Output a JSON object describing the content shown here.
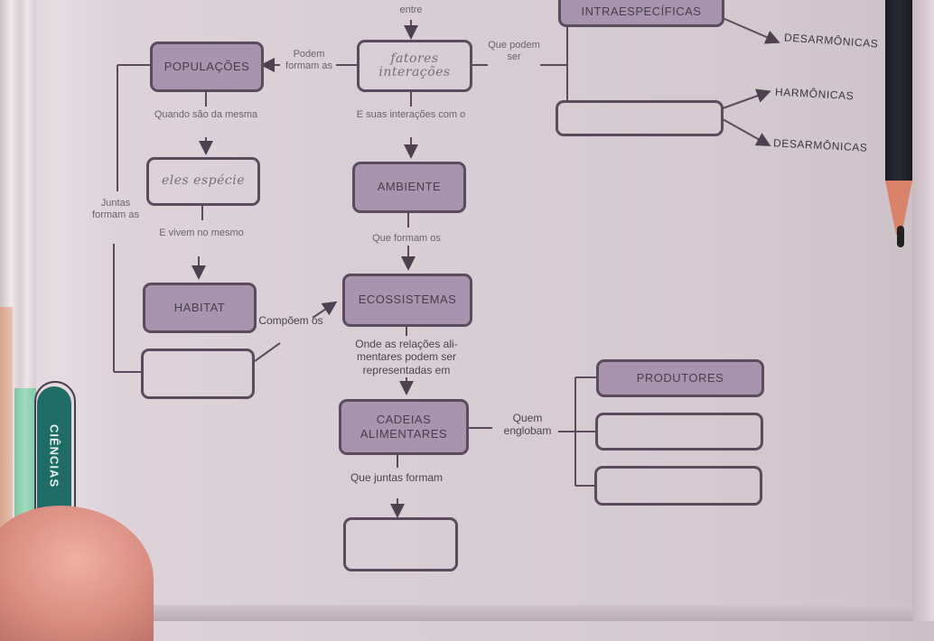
{
  "sidebar_tab": {
    "label": "CIÊNCIAS",
    "color": "#1f6b66"
  },
  "concept_map": {
    "boxes": {
      "seres_vivos": {
        "label": "",
        "handwritten": "fatores interações",
        "filled": false
      },
      "populacoes": {
        "label": "POPULAÇÕES",
        "filled": true
      },
      "especie": {
        "label": "",
        "handwritten": "eles espécie",
        "filled": false
      },
      "habitat": {
        "label": "HABITAT",
        "filled": true
      },
      "comunidades": {
        "label": "",
        "filled": false
      },
      "ambiente": {
        "label": "AMBIENTE",
        "filled": true
      },
      "ecossistemas": {
        "label": "ECOSSISTEMAS",
        "filled": true
      },
      "cadeias": {
        "label": "CADEIAS ALIMENTARES",
        "filled": true
      },
      "teias": {
        "label": "",
        "filled": false
      },
      "intraespecificas": {
        "label": "INTRAESPECÍFICAS",
        "filled": true
      },
      "interespecificas": {
        "label": "",
        "filled": false
      },
      "produtores": {
        "label": "PRODUTORES",
        "filled": true
      },
      "consumidores": {
        "label": "",
        "filled": false
      },
      "decompositores": {
        "label": "",
        "filled": false
      }
    },
    "connectors": {
      "entre": "entre",
      "podem_formar": "Podem formam as",
      "que_podem_ser": "Que podem ser",
      "quando_mesma": "Quando são da mesma",
      "suas_interacoes": "E suas interações com o",
      "juntas_formam": "Juntas formam as",
      "vivem_mesmo": "E vivem no mesmo",
      "que_formam_os": "Que formam os",
      "compoem": "Compõem os",
      "relacoes_alimentares": "Onde as relações ali- mentares podem ser representadas em",
      "quem_englobam": "Quem englobam",
      "que_juntas_formam": "Que juntas formam"
    },
    "terms": {
      "desarmonicas_1": "DESARMÔNICAS",
      "harmonicas": "HARMÔNICAS",
      "desarmonicas_2": "DESARMÔNICAS"
    }
  }
}
